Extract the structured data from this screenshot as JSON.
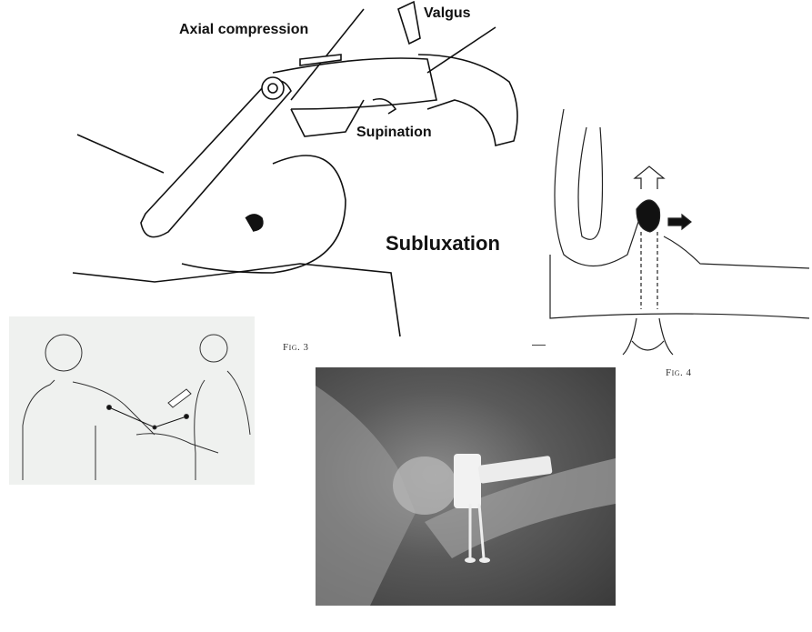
{
  "top_illustration": {
    "labels": {
      "axial_compression": "Axial compression",
      "valgus": "Valgus",
      "supination": "Supination",
      "subluxation": "Subluxation"
    }
  },
  "figures": {
    "fig3_caption": "Fig. 3",
    "fig4_caption": "Fig. 4"
  }
}
